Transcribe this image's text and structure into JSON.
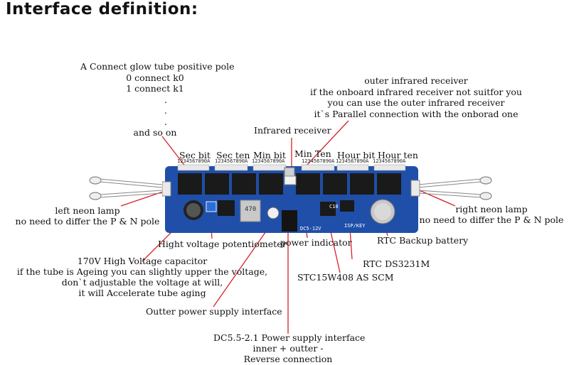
{
  "title": "Interface definition:",
  "labels": {
    "glow_tube": [
      "A Connect glow tube positive pole",
      "0 connect k0",
      "1 connect k1",
      ".",
      ".",
      ".",
      "and so on"
    ],
    "outer_ir": [
      "outer infrared receiver",
      "if the onboard infrared receiver not suitfor you",
      "you can use the outer infrared receiver",
      "it`s Parallel connection with the onborad one"
    ],
    "ir_receiver": "Infrared receiver",
    "sec_bit": "Sec bit",
    "sec_ten": "Sec ten",
    "min_bit": "Min bit",
    "min_ten": "Min Ten",
    "hour_bit": "Hour bit",
    "hour_ten": "Hour ten",
    "connector_digits": "1234567890A",
    "left_neon": [
      "left neon lamp",
      "no need to differ the P & N pole"
    ],
    "right_neon": [
      "right neon lamp",
      "no need to differ the P & N pole"
    ],
    "pot": "Hight voltage potentiometer",
    "power_indicator": "power indicator",
    "rtc_battery": "RTC Backup battery",
    "rtc_chip": "RTC DS3231M",
    "scm": "STC15W408 AS SCM",
    "capacitor": [
      "170V High Voltage capacitor",
      "if the tube is Ageing you can slightly upper the voltage,",
      "don`t adjustable the voltage at will,",
      "it will Accelerate tube aging"
    ],
    "outter_power": "Outter power supply interface",
    "dc_power": [
      "DC5.5-2.1 Power supply interface",
      "inner + outter -",
      "Reverse connection"
    ]
  },
  "board": {
    "inductor": "470",
    "dc_label": "DC5-12V",
    "c10": "C10",
    "isp": "ISP/KEY"
  },
  "colors": {
    "pcb": "#1f4fa8",
    "pointer": "#d8202a",
    "chip": "#1a1a1a"
  }
}
